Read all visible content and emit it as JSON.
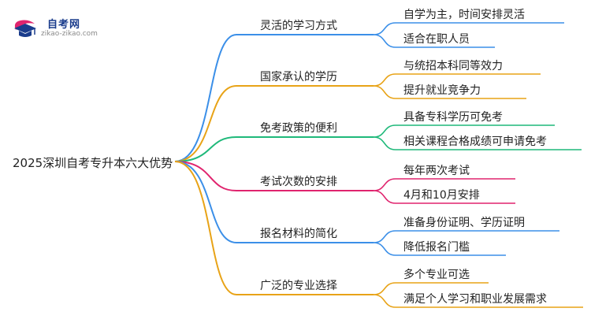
{
  "logo": {
    "name": "自考网",
    "url": "zikao-zikao.com"
  },
  "mindmap": {
    "root": "2025深圳自考专升本六大优势",
    "branches": [
      {
        "label": "灵活的学习方式",
        "color": "#3b8fe8",
        "leaves": [
          "自学为主，时间安排灵活",
          "适合在职人员"
        ]
      },
      {
        "label": "国家承认的学历",
        "color": "#e8a317",
        "leaves": [
          "与统招本科同等效力",
          "提升就业竞争力"
        ]
      },
      {
        "label": "免考政策的便利",
        "color": "#1fb97a",
        "leaves": [
          "具备专科学历可免考",
          "相关课程合格成绩可申请免考"
        ]
      },
      {
        "label": "考试次数的安排",
        "color": "#e0246e",
        "leaves": [
          "每年两次考试",
          "4月和10月安排"
        ]
      },
      {
        "label": "报名材料的简化",
        "color": "#3b8fe8",
        "leaves": [
          "准备身份证明、学历证明",
          "降低报名门槛"
        ]
      },
      {
        "label": "广泛的专业选择",
        "color": "#e8a317",
        "leaves": [
          "多个专业可选",
          "满足个人学习和职业发展需求"
        ]
      }
    ]
  }
}
